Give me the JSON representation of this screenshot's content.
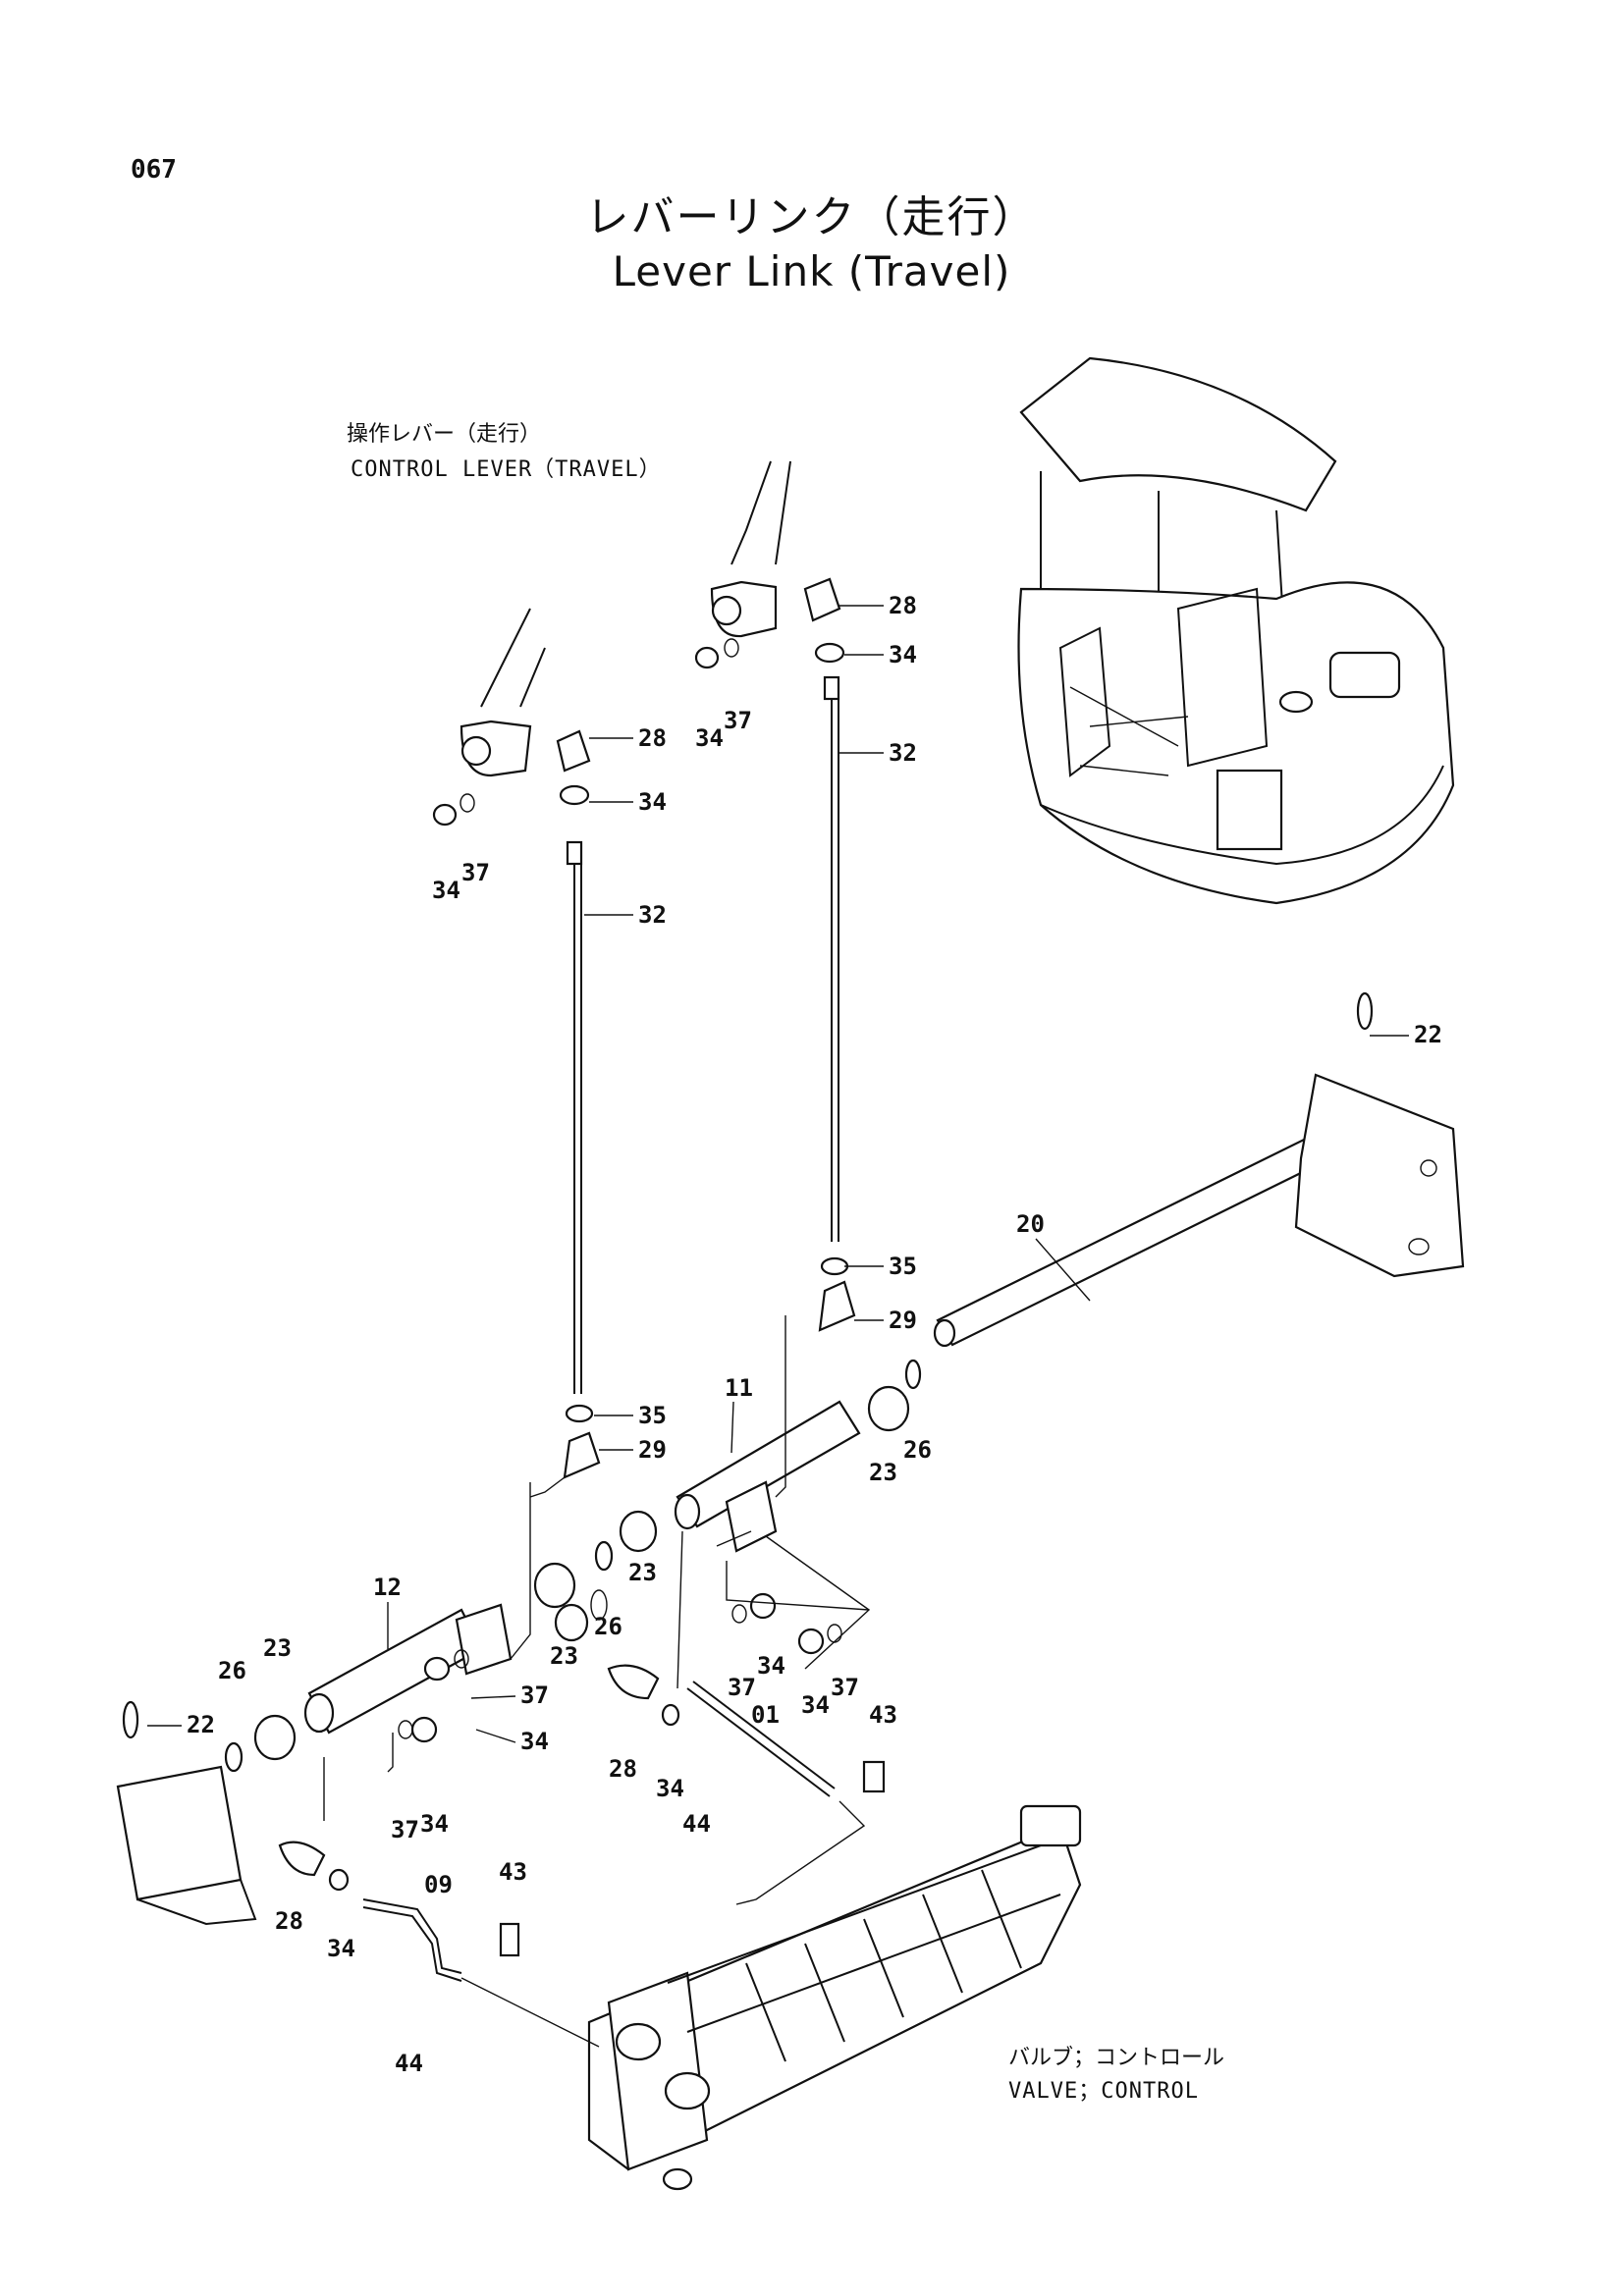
{
  "page_number": "067",
  "title_ja": "レバーリンク（走行）",
  "title_en": "Lever Link (Travel)",
  "callouts": {
    "control_lever_ja": "操作レバー（走行）",
    "control_lever_en": "CONTROL LEVER（TRAVEL）",
    "valve_ja": "バルブ；コントロール",
    "valve_en": "VALVE；CONTROL"
  },
  "parts": [
    {
      "id": "p28a",
      "number": "28"
    },
    {
      "id": "p34a",
      "number": "34"
    },
    {
      "id": "p34b",
      "number": "34"
    },
    {
      "id": "p37a",
      "number": "37"
    },
    {
      "id": "p32a",
      "number": "32"
    },
    {
      "id": "p28b",
      "number": "28"
    },
    {
      "id": "p34c",
      "number": "34"
    },
    {
      "id": "p34d",
      "number": "34"
    },
    {
      "id": "p37b",
      "number": "37"
    },
    {
      "id": "p32b",
      "number": "32"
    },
    {
      "id": "p22a",
      "number": "22"
    },
    {
      "id": "p20",
      "number": "20"
    },
    {
      "id": "p35a",
      "number": "35"
    },
    {
      "id": "p29a",
      "number": "29"
    },
    {
      "id": "p35b",
      "number": "35"
    },
    {
      "id": "p29b",
      "number": "29"
    },
    {
      "id": "p11",
      "number": "11"
    },
    {
      "id": "p26a",
      "number": "26"
    },
    {
      "id": "p23a",
      "number": "23"
    },
    {
      "id": "p12",
      "number": "12"
    },
    {
      "id": "p23b",
      "number": "23"
    },
    {
      "id": "p26b",
      "number": "26"
    },
    {
      "id": "p23c",
      "number": "23"
    },
    {
      "id": "p26c",
      "number": "26"
    },
    {
      "id": "p23d",
      "number": "23"
    },
    {
      "id": "p37c",
      "number": "37"
    },
    {
      "id": "p34e",
      "number": "34"
    },
    {
      "id": "p37d",
      "number": "37"
    },
    {
      "id": "p34f",
      "number": "34"
    },
    {
      "id": "p34g",
      "number": "34"
    },
    {
      "id": "p37e",
      "number": "37"
    },
    {
      "id": "p22b",
      "number": "22"
    },
    {
      "id": "p37f",
      "number": "37"
    },
    {
      "id": "p34h",
      "number": "34"
    },
    {
      "id": "p01",
      "number": "01"
    },
    {
      "id": "p43a",
      "number": "43"
    },
    {
      "id": "p28c",
      "number": "28"
    },
    {
      "id": "p34i",
      "number": "34"
    },
    {
      "id": "p44a",
      "number": "44"
    },
    {
      "id": "p28d",
      "number": "28"
    },
    {
      "id": "p34j",
      "number": "34"
    },
    {
      "id": "p09",
      "number": "09"
    },
    {
      "id": "p43b",
      "number": "43"
    },
    {
      "id": "p44b",
      "number": "44"
    }
  ]
}
